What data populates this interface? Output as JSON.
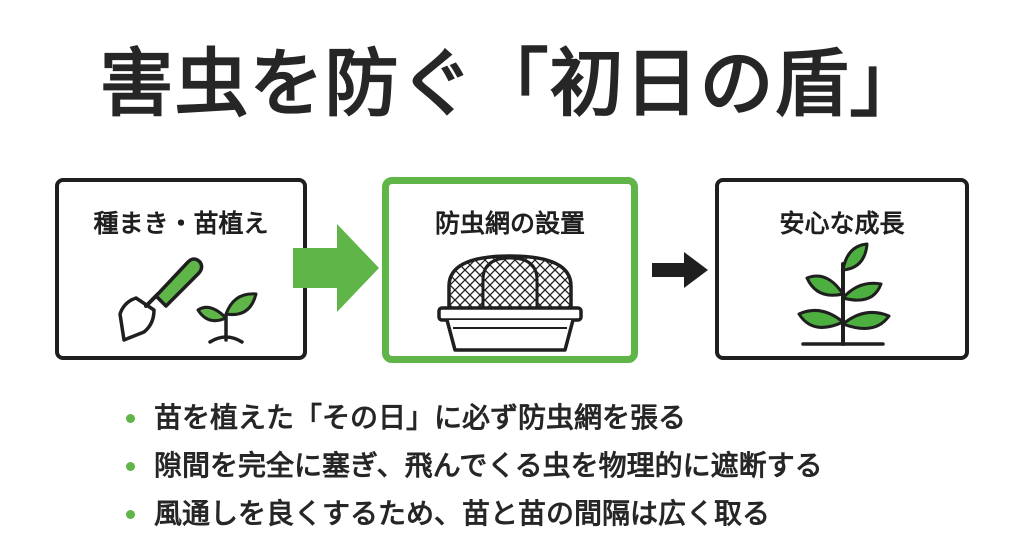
{
  "title": "害虫を防ぐ「初日の盾」",
  "steps": [
    {
      "label": "種まき・苗植え",
      "icon": "trowel-and-seedling-icon"
    },
    {
      "label": "防虫網の設置",
      "icon": "insect-net-cover-icon"
    },
    {
      "label": "安心な成長",
      "icon": "growing-plant-icon"
    }
  ],
  "bullets": [
    "苗を植えた「その日」に必ず防虫網を張る",
    "隙間を完全に塞ぎ、飛んでくる虫を物理的に遮断する",
    "風通しを良くするため、苗と苗の間隔は広く取る"
  ],
  "colors": {
    "accent_green": "#5fb548",
    "dark": "#1f1f1f",
    "leaf_green": "#4caf3f"
  }
}
